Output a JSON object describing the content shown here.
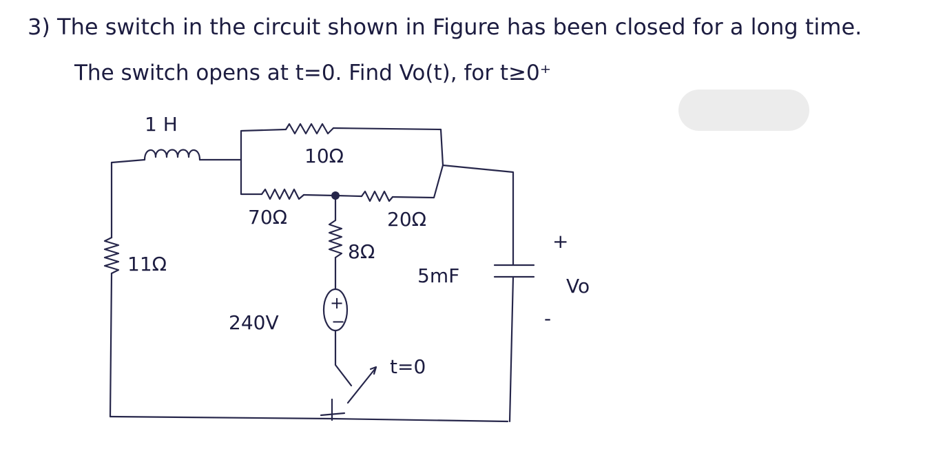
{
  "question": {
    "line1": "3) The switch in the circuit shown in Figure has been closed for a long time.",
    "line2": "The switch opens at t=0. Find Vo(t), for t≥0⁺"
  },
  "circuit": {
    "inductor_label": "1 H",
    "r10_label": "10Ω",
    "r70_label": "70Ω",
    "r20_label": "20Ω",
    "r8_label": "8Ω",
    "r11_label": "11Ω",
    "capacitor_label": "5mF",
    "source_label": "240V",
    "source_plus": "+",
    "source_minus": "−",
    "switch_label": "t=0",
    "vo_plus": "+",
    "vo_label": "Vo",
    "vo_minus": "-"
  }
}
